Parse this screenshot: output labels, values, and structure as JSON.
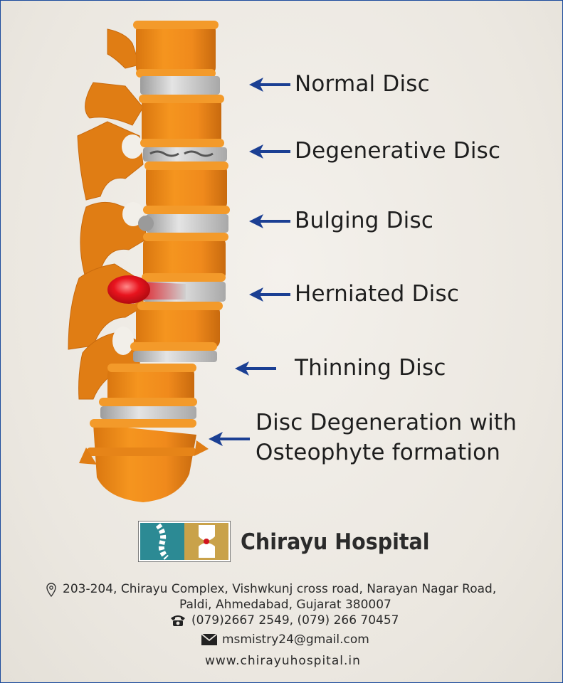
{
  "labels": [
    "Normal Disc",
    "Degenerative Disc",
    "Bulging Disc",
    "Herniated Disc",
    "Thinning Disc"
  ],
  "label_multi": [
    "Disc Degeneration with",
    "Osteophyte formation"
  ],
  "hospital": {
    "name": "Chirayu Hospital"
  },
  "footer": {
    "address_line1": "203-204, Chirayu Complex, Vishwkunj cross road, Narayan Nagar Road,",
    "address_line2": "Paldi, Ahmedabad, Gujarat 380007",
    "phone": "(079)2667 2549, (079) 266 70457",
    "email": "msmistry24@gmail.com",
    "website": "www.chirayuhospital.in"
  },
  "colors": {
    "bone": "#f08a1c",
    "bone_dark": "#c86a0e",
    "disc": "#c8c8c8",
    "herniation": "#e0141e",
    "arrow": "#1b3f93",
    "logo_teal": "#2c8a94",
    "logo_gold": "#c9a24a"
  },
  "icons": {
    "location": "location-pin-icon",
    "phone": "phone-icon",
    "email": "envelope-icon"
  }
}
